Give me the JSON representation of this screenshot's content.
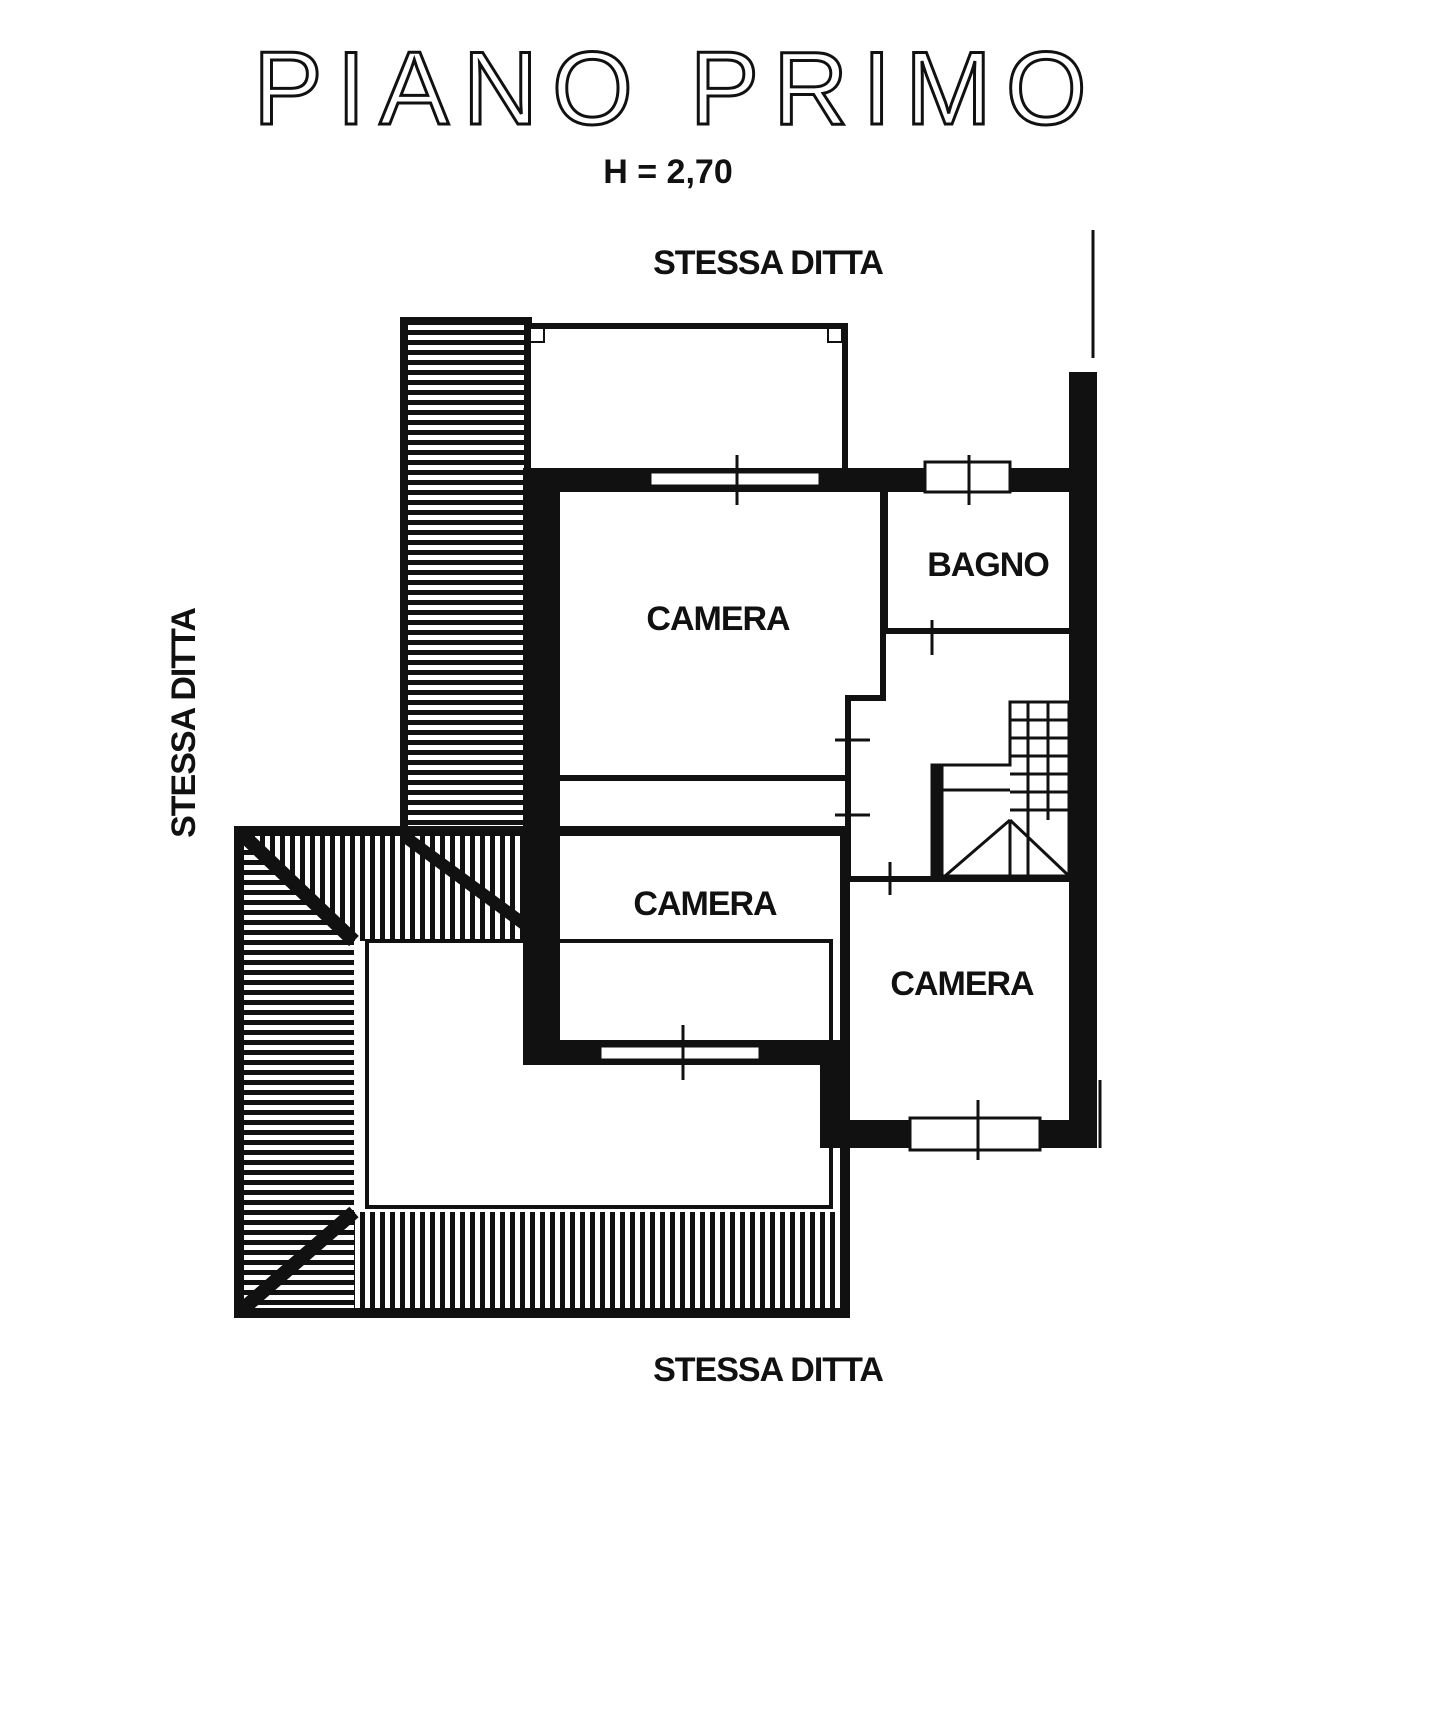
{
  "title": "PIANO PRIMO",
  "height_note": "H = 2,70",
  "neighbors": {
    "top": "STESSA DITTA",
    "left": "STESSA DITTA",
    "bottom": "STESSA DITTA"
  },
  "rooms": {
    "camera_1": "CAMERA",
    "camera_2": "CAMERA",
    "camera_3": "CAMERA",
    "bagno": "BAGNO"
  },
  "colors": {
    "ink": "#111111",
    "paper": "#ffffff"
  }
}
